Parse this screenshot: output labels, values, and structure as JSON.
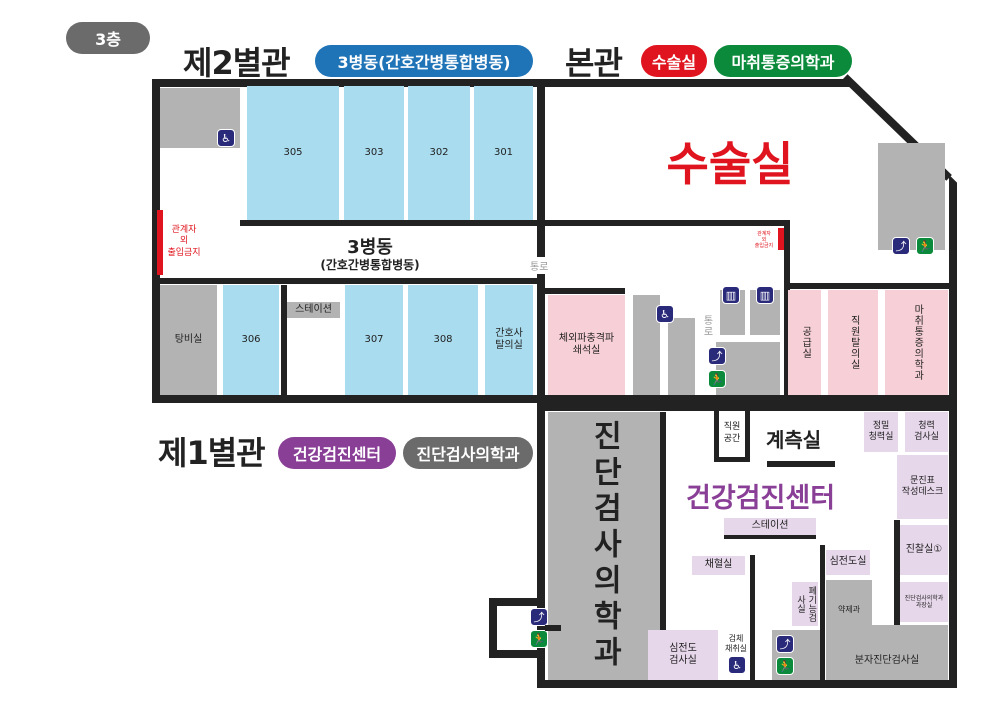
{
  "floor_badge": "3층",
  "annex2": {
    "title": "제2별관",
    "badge": "3병동(간호간병통합병동)",
    "ward_label": "3병동",
    "ward_sub": "(간호간병통합병동)",
    "rooms_top": [
      "305",
      "303",
      "302",
      "301"
    ],
    "rooms_bottom": {
      "pantry": "탕비실",
      "r306": "306",
      "station": "스테이션",
      "r307": "307",
      "r308": "308",
      "nurse_locker": "간호사\n탈의실"
    },
    "restricted": "관계자\n외\n출입금지",
    "passage": "통로"
  },
  "main": {
    "title": "본관",
    "badge_surgery": "수술실",
    "badge_anesthesia": "마취통증의학과",
    "surgery_label": "수술실",
    "restricted": "관계자\n외\n출입금지",
    "passage": "통로",
    "eswl": "체외파충격파\n쇄석실",
    "supply": "공급실",
    "staff_locker": "직원탈의실",
    "anesthesia": "마취통증의학과"
  },
  "annex1": {
    "title": "제1별관",
    "badge_health": "건강검진센터",
    "badge_lab": "진단검사의학과",
    "lab_label": "진단검사의학과",
    "health_label": "건강검진센터",
    "staff_space": "직원\n공간",
    "measure": "계측실",
    "precision_hearing": "정밀\n청력실",
    "hearing": "청력\n검사실",
    "questionnaire": "문진표\n작성데스크",
    "station": "스테이션",
    "exam1": "진찰실①",
    "blood": "채혈실",
    "ecg_room": "심전도실",
    "pft": "폐기능검사실",
    "pharmacy": "약제과",
    "lab_chief": "진단검사의학과\n과장실",
    "ecg_exam": "심전도\n검사실",
    "specimen": "검체\n채취실",
    "molecular": "분자진단검사실"
  },
  "colors": {
    "blue": "#1f73b7",
    "red": "#e0141e",
    "green": "#0a8a3a",
    "purple": "#8a3f97",
    "gray": "#6b6b6b"
  }
}
